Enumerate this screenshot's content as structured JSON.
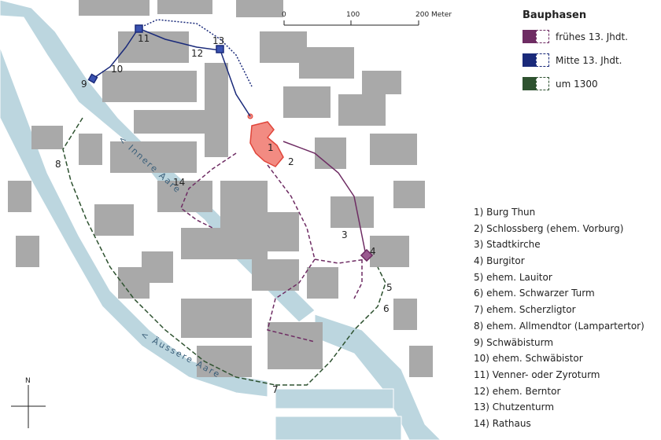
{
  "legend": {
    "title": "Bauphasen",
    "items": [
      {
        "label": "frühes 13. Jhdt.",
        "color": "#6e2c63"
      },
      {
        "label": "Mitte 13. Jhdt.",
        "color": "#1a2a7a"
      },
      {
        "label": "um 1300",
        "color": "#2e5230"
      }
    ]
  },
  "scale": {
    "ticks": [
      "0",
      "100",
      "200 Meter"
    ]
  },
  "compass": {
    "north": "N"
  },
  "rivers": {
    "inner": "< Innere Aare",
    "outer": "< Äussere Aare"
  },
  "colors": {
    "water": "#bcd6df",
    "building": "#a9a9a9",
    "castle": "#f28b82",
    "castle_stroke": "#e0453a"
  },
  "map_labels": [
    "1",
    "2",
    "3",
    "4",
    "5",
    "6",
    "7",
    "8",
    "9",
    "10",
    "11",
    "12",
    "13",
    "14"
  ],
  "sites": [
    "1) Burg Thun",
    "2) Schlossberg (ehem. Vorburg)",
    "3) Stadtkirche",
    "4) Burgitor",
    "5) ehem. Lauitor",
    "6) ehem. Schwarzer Turm",
    "7) ehem. Scherzligtor",
    "8) ehem. Allmendtor (Lampartertor)",
    "9) Schwäbisturm",
    "10) ehem. Schwäbistor",
    "11) Venner- oder Zyroturm",
    "12) ehem. Berntor",
    "13) Chutzenturm",
    "14) Rathaus"
  ]
}
